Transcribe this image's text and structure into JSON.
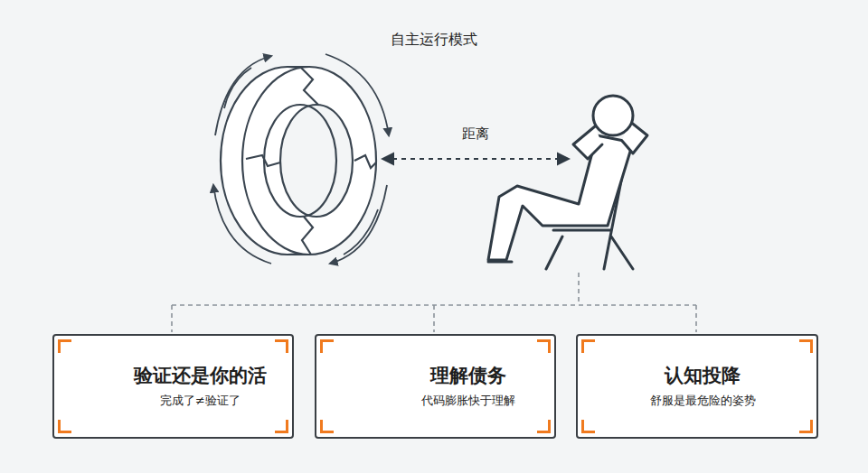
{
  "diagram": {
    "title": "自主运行模式",
    "nodes": [
      {
        "text": [
          "验证还是你的活",
          "完成了≠验证了"
        ]
      },
      {
        "text": [
          "理解债务",
          "代码膨胀快于理解"
        ]
      },
      {
        "text": [
          "认知投降",
          "舒服是最危险的姿势"
        ]
      }
    ],
    "labels": [
      "距离"
    ]
  }
}
